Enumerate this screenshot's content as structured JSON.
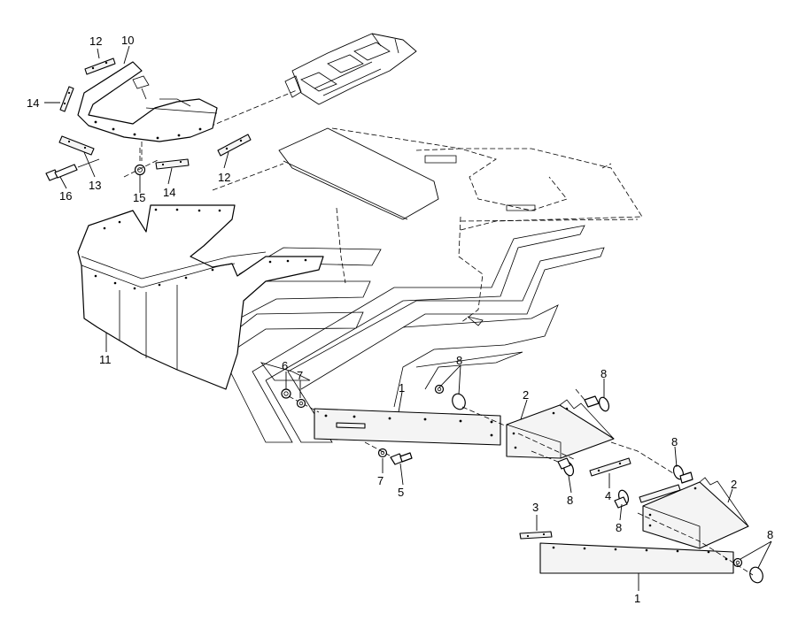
{
  "colors": {
    "line": "#000000",
    "background": "#ffffff",
    "part_fill": "#f4f4f4"
  },
  "callouts": {
    "c1a": "1",
    "c1b": "1",
    "c2a": "2",
    "c2b": "2",
    "c3": "3",
    "c4": "4",
    "c5": "5",
    "c6": "6",
    "c7a": "7",
    "c7b": "7",
    "c8a": "8",
    "c8b": "8",
    "c8c": "8",
    "c8d": "8",
    "c8e": "8",
    "c10": "10",
    "c11": "11",
    "c12a": "12",
    "c12b": "12",
    "c13": "13",
    "c14a": "14",
    "c14b": "14",
    "c15": "15",
    "c16": "16"
  }
}
